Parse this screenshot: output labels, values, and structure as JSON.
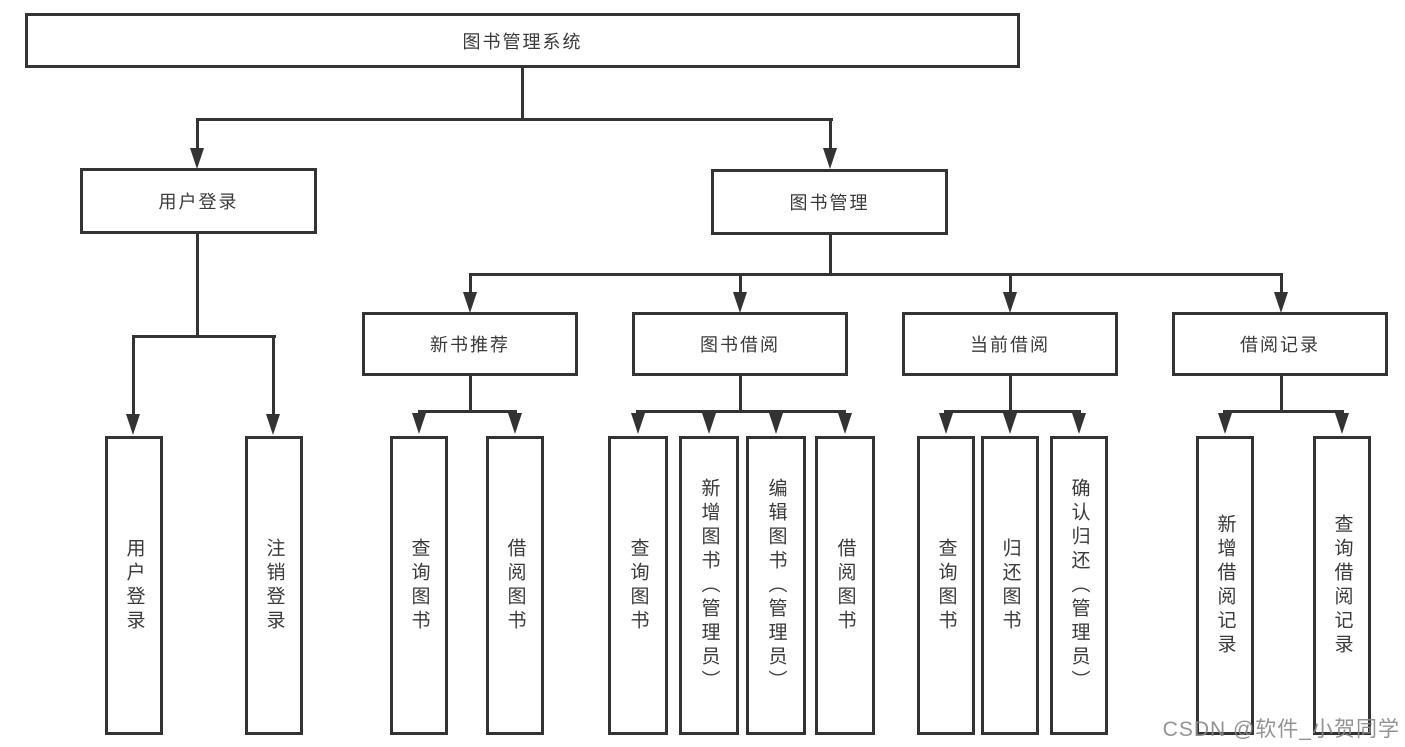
{
  "diagram": {
    "root": {
      "label": "图书管理系统"
    },
    "branches": [
      {
        "label": "用户登录",
        "children": [
          {
            "label": "用户登录"
          },
          {
            "label": "注销登录"
          }
        ]
      },
      {
        "label": "图书管理",
        "children": [
          {
            "label": "新书推荐",
            "children": [
              {
                "label": "查询图书"
              },
              {
                "label": "借阅图书"
              }
            ]
          },
          {
            "label": "图书借阅",
            "children": [
              {
                "label": "查询图书"
              },
              {
                "label": "新增图书（管理员）"
              },
              {
                "label": "编辑图书（管理员）"
              },
              {
                "label": "借阅图书"
              }
            ]
          },
          {
            "label": "当前借阅",
            "children": [
              {
                "label": "查询图书"
              },
              {
                "label": "归还图书"
              },
              {
                "label": "确认归还（管理员）"
              }
            ]
          },
          {
            "label": "借阅记录",
            "children": [
              {
                "label": "新增借阅记录"
              },
              {
                "label": "查询借阅记录"
              }
            ]
          }
        ]
      }
    ]
  },
  "watermark": {
    "text": "CSDN @软件_小贺同学"
  },
  "colors": {
    "line": "#333333",
    "box_border": "#333333",
    "text": "#3a3a3a",
    "watermark": "#8a8a8a",
    "background": "#ffffff"
  }
}
